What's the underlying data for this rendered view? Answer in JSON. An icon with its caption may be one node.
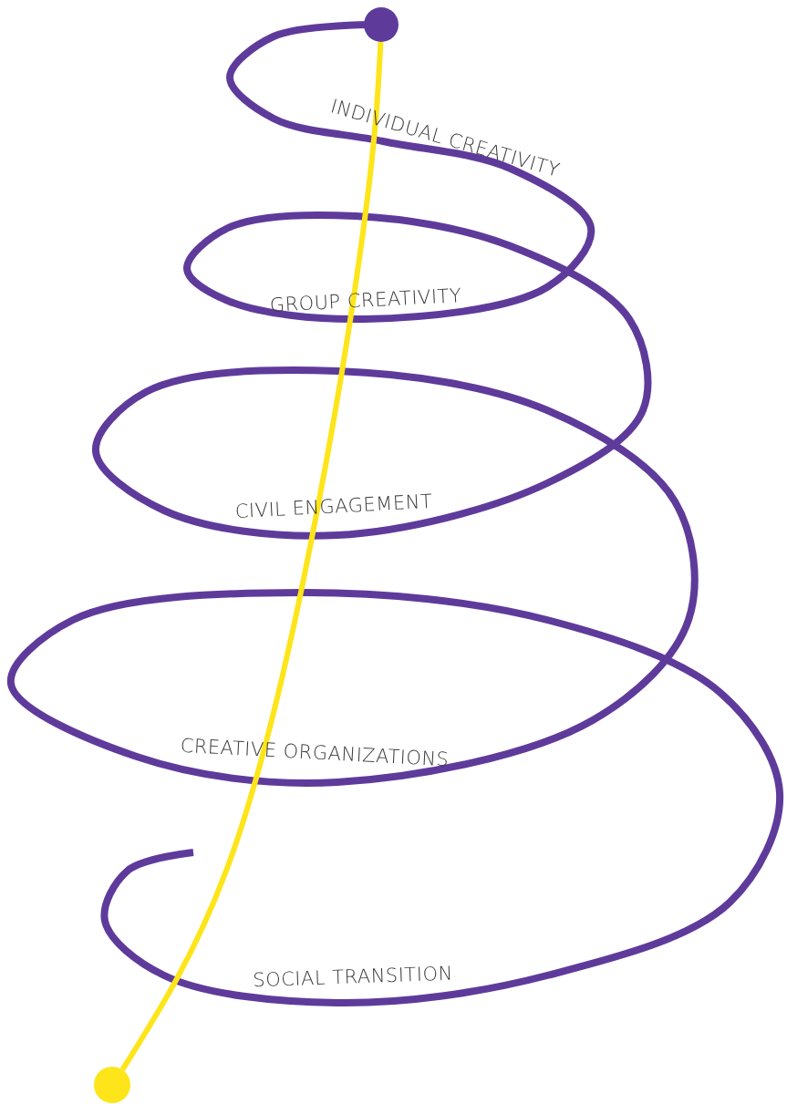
{
  "diagram": {
    "nodes": [
      {
        "text": [],
        "shape": "circle"
      },
      {
        "text": [],
        "shape": "circle"
      }
    ],
    "edges": [
      {
        "from": 0,
        "to": 1,
        "arrow": "none"
      }
    ],
    "labels": [
      "INDIVIDUAL CREATIVITY",
      "GROUP CREATIVITY",
      "CIVIL ENGAGEMENT",
      "CREATIVE ORGANIZATIONS",
      "SOCIAL TRANSITION"
    ]
  }
}
